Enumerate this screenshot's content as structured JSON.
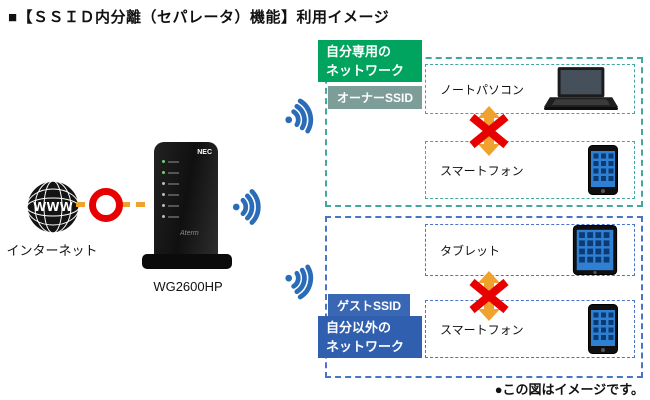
{
  "title": "■【ＳＳＩＤ内分離（セパレータ）機能】利用イメージ",
  "internet": {
    "label": "インターネット",
    "globe_text": "WWW"
  },
  "router": {
    "model": "WG2600HP",
    "brand": "NEC",
    "series": "Aterm"
  },
  "owner_box": {
    "network_label": "自分専用の\nネットワーク",
    "ssid_label": "オーナーSSID",
    "device_top": "ノートパソコン",
    "device_bottom": "スマートフォン"
  },
  "guest_box": {
    "ssid_label": "ゲストSSID",
    "network_label": "自分以外の\nネットワーク",
    "device_top": "タブレット",
    "device_bottom": "スマートフォン"
  },
  "note": "●この図はイメージです。",
  "colors": {
    "owner_network_bg": "#00a45e",
    "owner_ssid_bg": "#7d9d99",
    "owner_border": "#43a79d",
    "guest_network_bg": "#2f5fae",
    "guest_ssid_bg": "#3a67b3",
    "guest_border": "#4a74c8",
    "wifi_blue": "#2b6cb8",
    "arrow_orange": "#f0a22e",
    "block_red": "#e60000"
  }
}
